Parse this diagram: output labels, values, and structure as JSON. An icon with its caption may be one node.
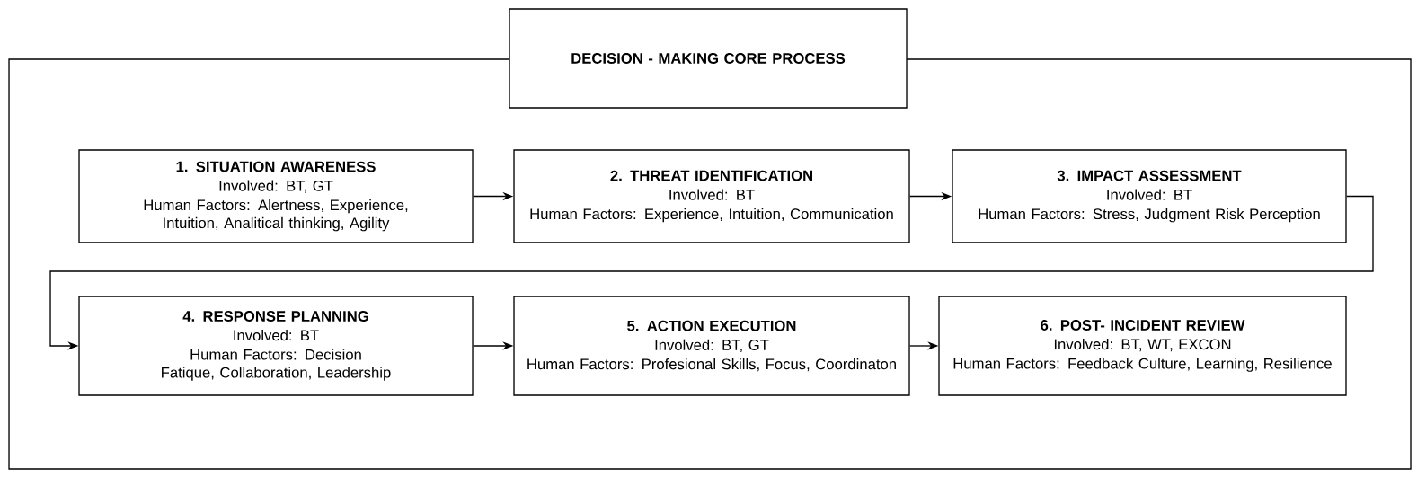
{
  "diagram": {
    "nodes": [
      {
        "text": [
          "DECISION - MAKING CORE PROCESS"
        ]
      },
      {
        "text": [
          "1. SITUATION AWARENESS",
          "Involved: BT, GT",
          "Human Factors: Alertness, Experience, Intuition, Analitical thinking, Agility"
        ],
        "in": 0
      },
      {
        "text": [
          "2. THREAT IDENTIFICATION",
          "Involved: BT",
          "Human Factors: Experience, Intuition, Communication"
        ],
        "in": 0
      },
      {
        "text": [
          "3. IMPACT ASSESSMENT",
          "Involved: BT",
          "Human Factors: Stress, Judgment Risk Perception"
        ],
        "in": 0
      },
      {
        "text": [
          "4. RESPONSE PLANNING",
          "Involved: BT",
          "Human Factors: Decision Fatique, Collaboration, Leadership"
        ],
        "in": 0
      },
      {
        "text": [
          "5. ACTION EXECUTION",
          "Involved: BT, GT",
          "Human Factors: Profesional Skills, Focus, Coordinaton"
        ],
        "in": 0
      },
      {
        "text": [
          "6. POST- INCIDENT REVIEW",
          "Involved: BT, WT, EXCON",
          "Human Factors: Feedback Culture, Learning, Resilience"
        ],
        "in": 0
      }
    ],
    "edges": [
      {
        "from": 1,
        "to": 2,
        "arrow": "to"
      },
      {
        "from": 2,
        "to": 3,
        "arrow": "to"
      },
      {
        "from": 3,
        "to": 4,
        "arrow": "to"
      },
      {
        "from": 4,
        "to": 5,
        "arrow": "to"
      },
      {
        "from": 5,
        "to": 6,
        "arrow": "to"
      }
    ]
  }
}
